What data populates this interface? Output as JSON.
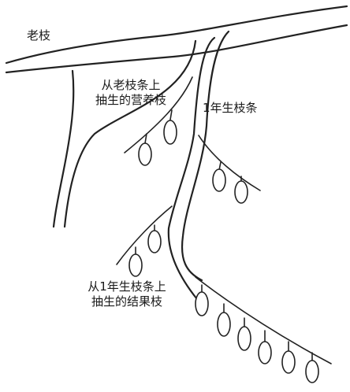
{
  "labels": {
    "old_branch": "老枝",
    "water_sprout_line1": "从老枝条上",
    "water_sprout_line2": "抽生的营养枝",
    "one_year_branch": "1年生枝条",
    "fruiting_line1": "从1年生枝条上",
    "fruiting_line2": "抽生的结果枝"
  }
}
